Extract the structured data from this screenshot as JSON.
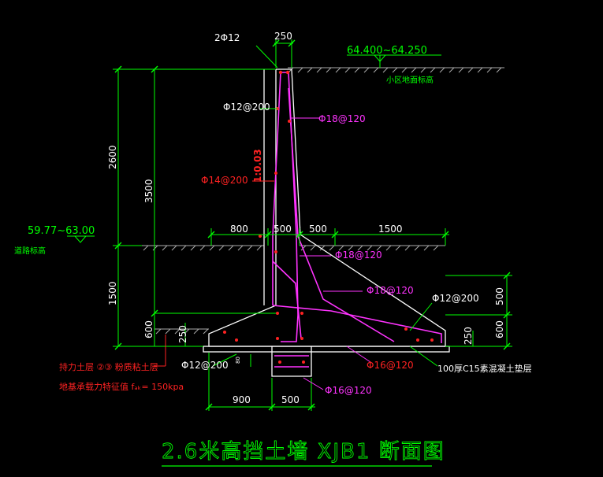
{
  "title": "2.6米高挡土墙 XJB1 断面图",
  "elevations": {
    "top_value": "64.400~64.250",
    "top_label": "小区地面标高",
    "road_value": "59.77~63.00",
    "road_label": "道路标高"
  },
  "dimensions": {
    "wall_top_width": "250",
    "height_upper": "2600",
    "height_total": "3500",
    "height_lower": "1500",
    "toe_600": "600",
    "toe_250": "250",
    "width_800": "800",
    "width_500_a": "500",
    "width_500_b": "500",
    "width_1500": "1500",
    "right_500": "500",
    "right_600": "600",
    "right_250": "250",
    "bottom_900": "900",
    "bottom_500": "500",
    "small_80": "80",
    "slope": "1:0.03"
  },
  "rebar": {
    "top_bars": "2Φ12",
    "horiz_top": "Φ12@200",
    "back_vert": "Φ18@120",
    "front_vert": "Φ14@200",
    "heel_mid": "Φ18@120",
    "heel_top": "Φ18@120",
    "heel_dist": "Φ12@200",
    "toe_dist": "Φ12@200",
    "key_16_a": "Φ16@120",
    "key_16_b": "Φ16@120"
  },
  "notes": {
    "bearing_layer": "持力土层 ②③ 粉质粘土层",
    "bearing_capacity": "地基承载力特征值 fₐₖ= 150kpa",
    "cushion": "100厚C15素混凝土垫层"
  },
  "colors": {
    "background": "#000000",
    "dimension": "#00ff00",
    "rebar_label": "#ff33ff",
    "red_label": "#ff2222",
    "concrete": "#ffffff",
    "rebar_line": "#ff33ff",
    "cushion": "#ffffff"
  }
}
